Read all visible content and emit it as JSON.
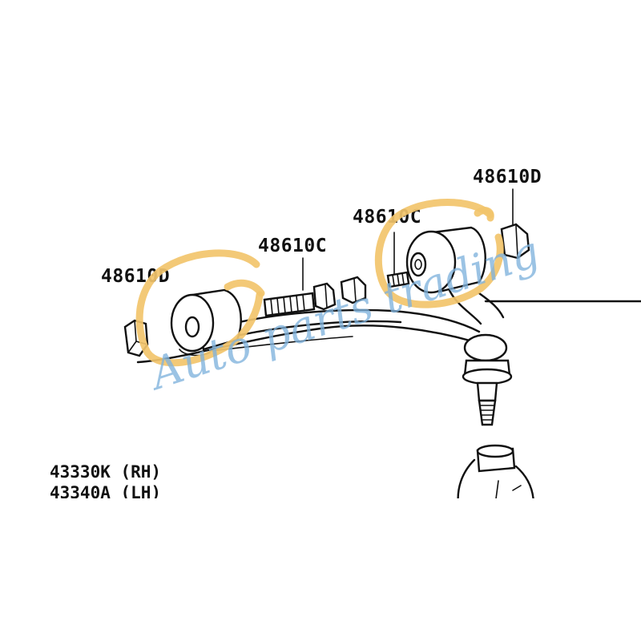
{
  "part_labels": {
    "nut_right": "48610D",
    "bolt_right": "48610C",
    "bolt_left": "48610C",
    "nut_left": "48610D"
  },
  "assembly": {
    "line1": "43330K (RH)",
    "line2": "43340A (LH)"
  },
  "watermark": "Auto parts trading",
  "colors": {
    "highlight": "#f2c46b",
    "watermark": "#7fb2dc",
    "line": "#111111",
    "background": "#ffffff"
  }
}
